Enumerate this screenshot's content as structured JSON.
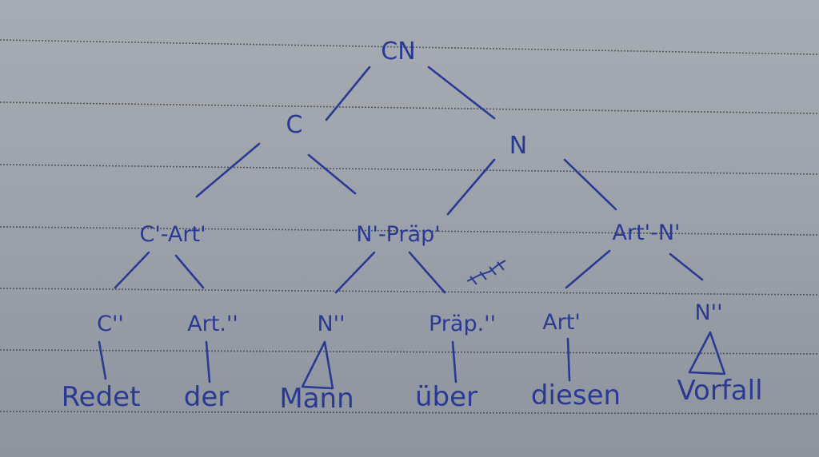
{
  "tree": {
    "root": "CN",
    "level1": {
      "left": "C",
      "right": "N"
    },
    "level2": {
      "left": "C'-Art'",
      "mid": "N'-Präp'",
      "right": "Art'-N'"
    },
    "level3": {
      "c2": "C''",
      "art2": "Art.''",
      "n2a": "N''",
      "prap2": "Präp.''",
      "art1": "Art'",
      "n2b": "N''"
    },
    "words": {
      "w1": "Redet",
      "w2": "der",
      "w3": "Mann",
      "w4": "über",
      "w5": "diesen",
      "w6": "Vorfall"
    }
  },
  "colors": {
    "ink": "#2a3a93",
    "paper": "#9ea3ab",
    "rule": "#3a3d44"
  }
}
